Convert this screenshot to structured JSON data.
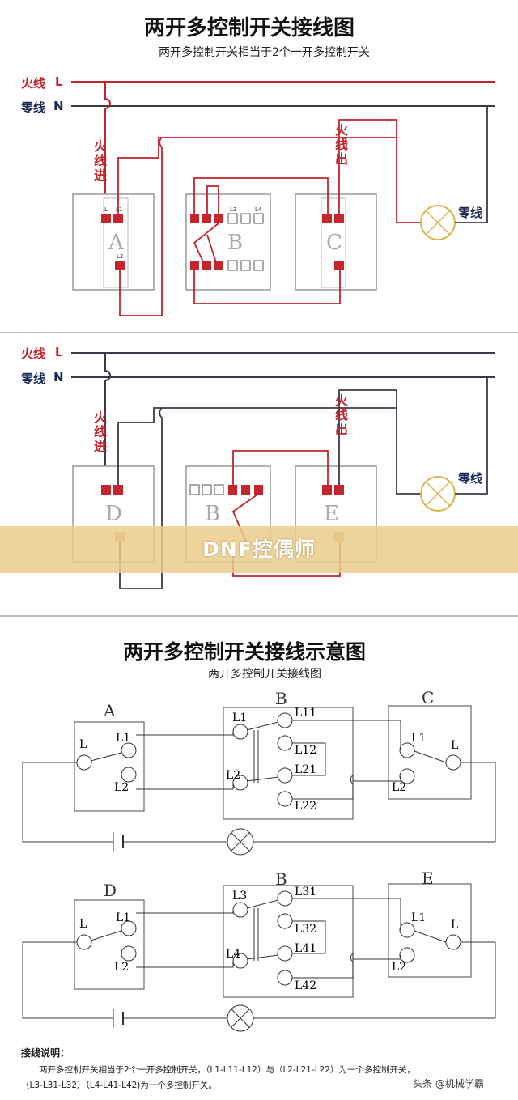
{
  "top": {
    "title": "两开多控制开关接线图",
    "subtitle": "两开多控制开关相当于2个一开多控制开关",
    "live_label": "火线",
    "live_letter": "L",
    "neutral_label": "零线",
    "neutral_letter": "N",
    "in_label": "火线进",
    "out_label": "火线出",
    "lamp_label": "零线",
    "switch_a": "A",
    "switch_b": "B",
    "switch_c": "C",
    "term_l": "L",
    "term_l1": "L1",
    "term_l2": "L2",
    "term_l3": "L3",
    "term_l4": "L4"
  },
  "middle": {
    "live_label": "火线",
    "live_letter": "L",
    "neutral_label": "零线",
    "neutral_letter": "N",
    "in_label": "火线进",
    "out_label": "火线出",
    "lamp_label": "零线",
    "switch_d": "D",
    "switch_b": "B",
    "switch_e": "E"
  },
  "watermark": {
    "text": "DNF控偶师"
  },
  "bottom": {
    "title": "两开多控制开关接线示意图",
    "subtitle": "两开多控制开关接线图",
    "row1": {
      "a": "A",
      "b": "B",
      "c": "C",
      "l": "L",
      "l1": "L1",
      "l2": "L2",
      "b_l1": "L1",
      "b_l2": "L2",
      "l11": "L11",
      "l12": "L12",
      "l21": "L21",
      "l22": "L22",
      "c_l1": "L1",
      "c_l": "L",
      "c_l2": "L2"
    },
    "row2": {
      "d": "D",
      "b": "B",
      "e": "E",
      "l": "L",
      "l1": "L1",
      "l2": "L2",
      "b_l3": "L3",
      "b_l4": "L4",
      "l31": "L31",
      "l32": "L32",
      "l41": "L41",
      "l42": "L42",
      "e_l1": "L1",
      "e_l": "L",
      "e_l2": "L2"
    },
    "notes_heading": "接线说明：",
    "notes_line1": "两开多控制开关相当于2个一开多控制开关，（L1-L11-L12）与（L2-L21-L22）为一个多控制开关，",
    "notes_line2": "（L3-L31-L32）（L4-L41-L42)为一个多控制开关。",
    "credit": "头条 @机械学霸"
  },
  "colors": {
    "wire_red": "#c0252b",
    "wire_dark": "#3a3a4a",
    "terminal_red": "#c7252d",
    "banner": "#eacd8c"
  }
}
